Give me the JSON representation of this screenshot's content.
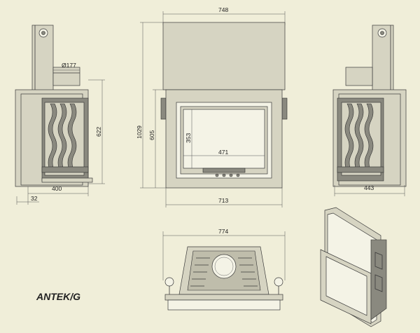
{
  "title": "ANTEK/G",
  "dimensions": {
    "front_width_top": "748",
    "front_height_total": "1029",
    "front_height_body": "605",
    "front_width_bottom": "713",
    "glass_width": "471",
    "glass_height": "353",
    "side_flue_diameter": "Ø177",
    "side_height": "622",
    "side_depth": "400",
    "side_offset": "32",
    "right_side_depth": "443",
    "top_view_width": "774"
  },
  "colors": {
    "background": "#f0eed9",
    "line": "#3a3a3a",
    "body": "#d6d4c2",
    "dark": "#8a897f"
  }
}
